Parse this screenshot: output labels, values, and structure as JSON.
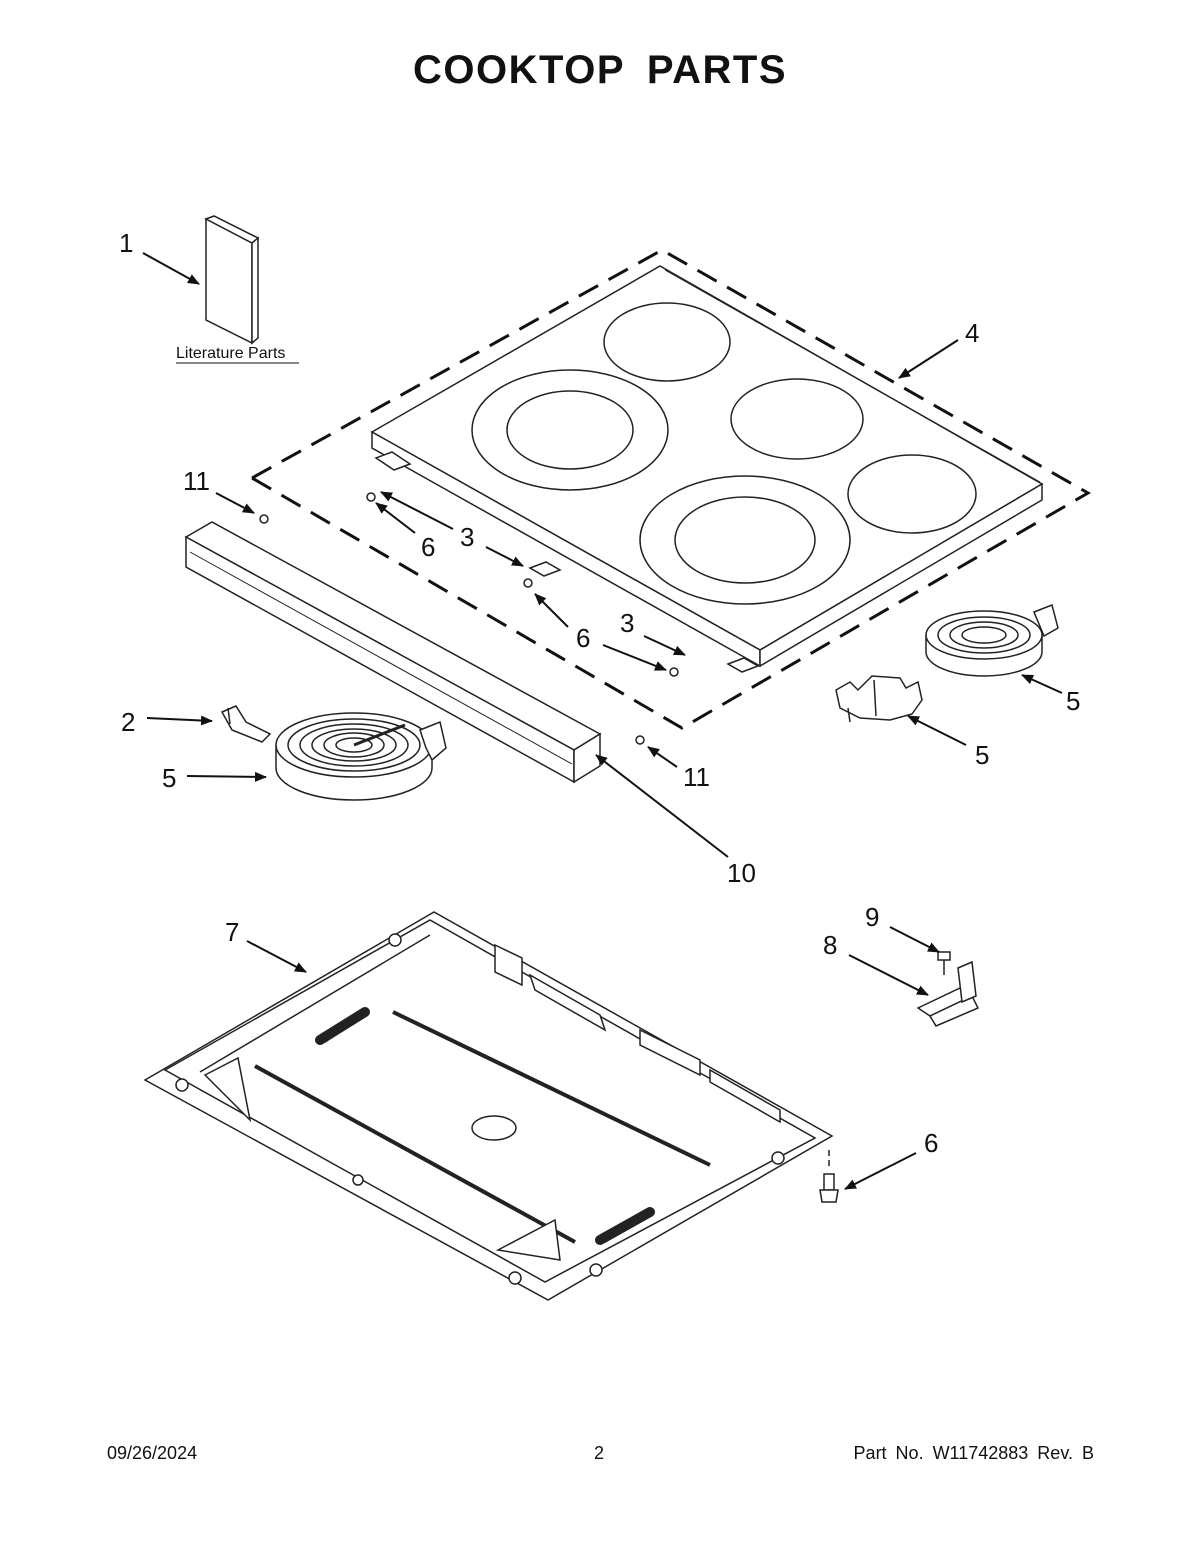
{
  "title": "COOKTOP PARTS",
  "literature_label": "Literature Parts",
  "callouts": {
    "c1": "1",
    "c2": "2",
    "c3a": "3",
    "c3b": "3",
    "c4": "4",
    "c5a": "5",
    "c5b": "5",
    "c5c": "5",
    "c6a": "6",
    "c6b": "6",
    "c6c": "6",
    "c7": "7",
    "c8": "8",
    "c9": "9",
    "c10": "10",
    "c11a": "11",
    "c11b": "11"
  },
  "footer": {
    "date": "09/26/2024",
    "page": "2",
    "part": "Part No. W11742883  Rev. B"
  }
}
